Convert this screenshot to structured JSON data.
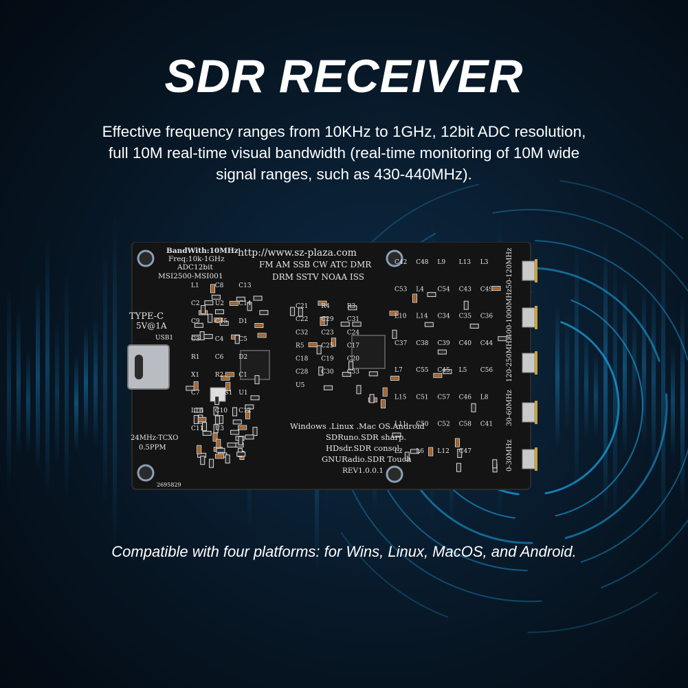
{
  "headline": "SDR RECEIVER",
  "description": [
    "Effective frequency ranges from 10KHz to 1GHz, 12bit ADC resolution,",
    "full 10M real-time visual bandwidth (real-time monitoring of 10M wide",
    "signal ranges, such as 430-440MHz)."
  ],
  "footer": "Compatible with four platforms: for Wins, Linux, MacOS, and Android.",
  "board": {
    "spec": [
      "BandWith:10MHz",
      "Freq:10k-1GHz",
      "ADC12bit",
      "MSI2500-MSI001"
    ],
    "url": "http://www.sz-plaza.com",
    "modes_1": "FM AM SSB CW ATC DMR",
    "modes_2": "DRM SSTV NOAA ISS",
    "usb_label": [
      "TYPE-C",
      "5V@1A",
      "USB1"
    ],
    "tcxo_label": [
      "24MHz-TCXO",
      "0.5PPM"
    ],
    "software": [
      "Windows .Linux .Mac OS.Android",
      "SDRuno.SDR sharp.",
      "HDsdr.SDR consol.",
      "GNURadio.SDR Touch",
      "REV1.0.0.1"
    ],
    "serial": "2695829",
    "bands": [
      "50-120MHz",
      "400-1000MHz",
      "120-250MHz",
      "30-60MHz",
      "0-30MHz"
    ],
    "components": {
      "left": [
        "L1",
        "C8",
        "C13",
        "C2",
        "U2",
        "C14",
        "C9",
        "C15",
        "D1",
        "C3",
        "C4",
        "C5",
        "R1",
        "C6",
        "D2",
        "X1",
        "R2",
        "C1",
        "C7",
        "FUS1",
        "U1",
        "L16",
        "C10",
        "C12",
        "C11",
        "U3"
      ],
      "middle": [
        "C21",
        "R4",
        "R3",
        "C22",
        "C29",
        "C31",
        "C32",
        "C23",
        "C24",
        "R5",
        "C25",
        "C17",
        "C18",
        "C19",
        "C20",
        "C28",
        "C30",
        "C33",
        "U5"
      ],
      "right": [
        "C42",
        "C48",
        "L9",
        "L13",
        "L3",
        "C53",
        "L4",
        "C54",
        "C43",
        "C49",
        "L10",
        "L14",
        "C34",
        "C35",
        "C36",
        "C37",
        "C38",
        "C39",
        "C40",
        "C44",
        "L7",
        "C55",
        "C45",
        "L5",
        "C56",
        "L15",
        "C51",
        "C57",
        "C46",
        "L8",
        "L11",
        "C50",
        "C52",
        "C58",
        "C41",
        "L2",
        "L6",
        "L12",
        "C47"
      ]
    }
  },
  "colors": {
    "background": "#06121d",
    "glow": "#1ea6e6",
    "pcb": "#141414",
    "gold": "#c9a23d"
  }
}
